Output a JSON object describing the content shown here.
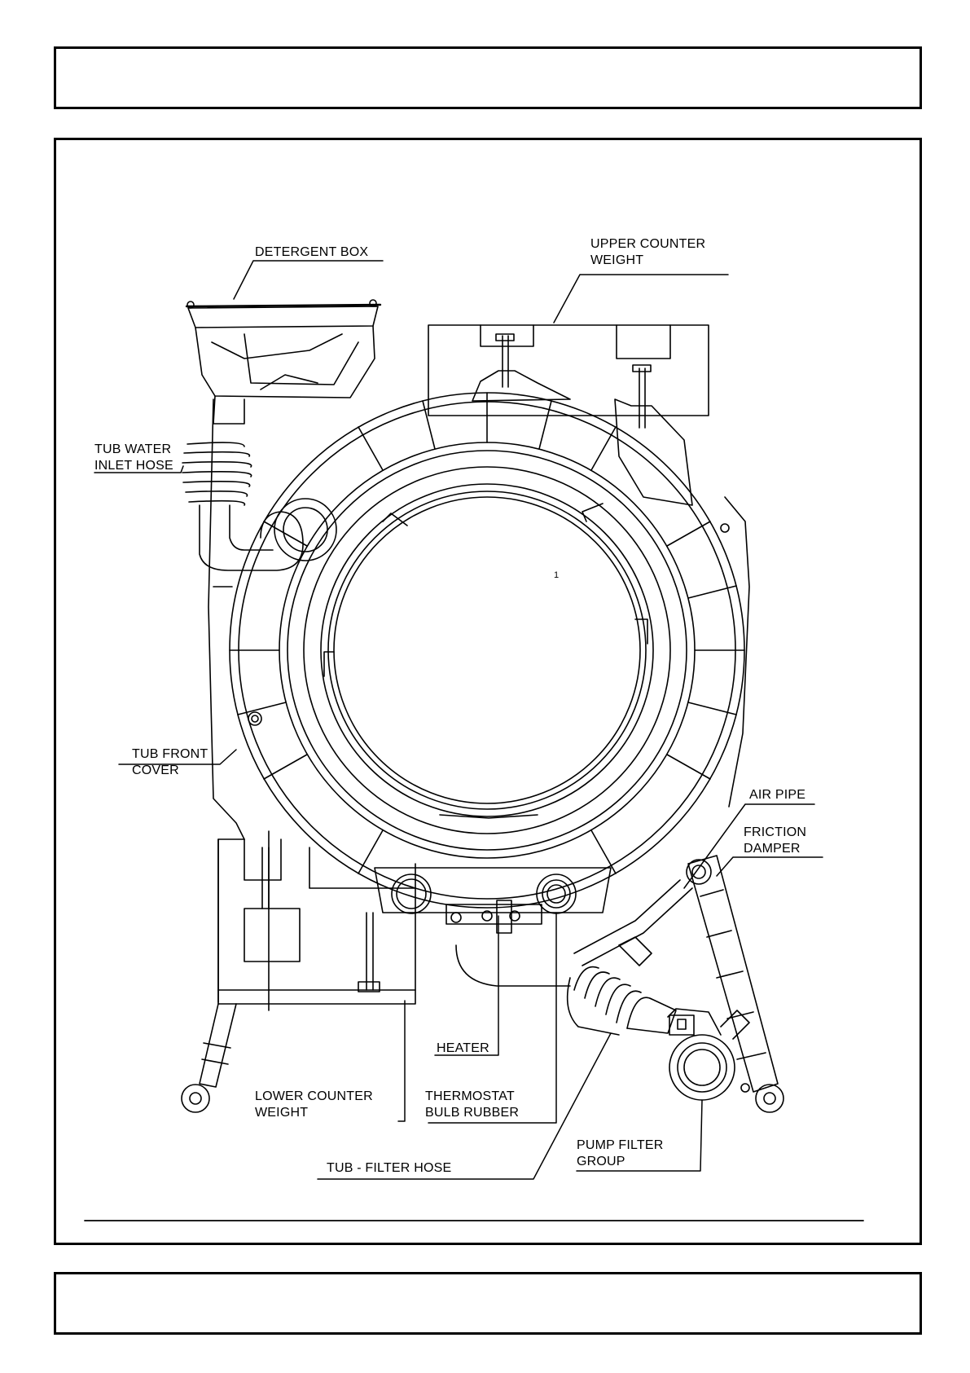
{
  "document": {
    "page_mark": "1",
    "labels": {
      "detergent_box": "DETERGENT BOX",
      "upper_counter_weight": "UPPER COUNTER\nWEIGHT",
      "tub_water_inlet_hose": "TUB WATER\nINLET HOSE",
      "tub_front_cover": "TUB FRONT\nCOVER",
      "air_pipe": "AIR PIPE",
      "friction_damper": "FRICTION\nDAMPER",
      "heater": "HEATER",
      "lower_counter_weight": "LOWER COUNTER\nWEIGHT",
      "thermostat_bulb_rubber": "THERMOSTAT\nBULB RUBBER",
      "pump_filter_group": "PUMP FILTER\nGROUP",
      "tub_filter_hose": "TUB - FILTER HOSE"
    }
  }
}
